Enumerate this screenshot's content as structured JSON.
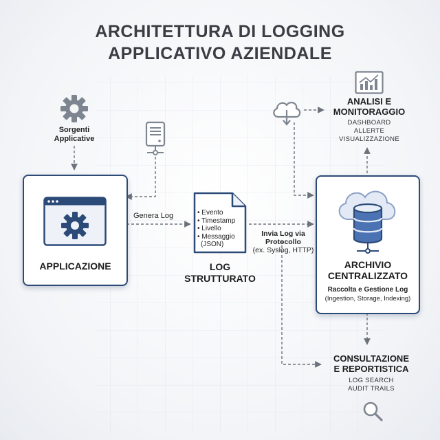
{
  "title": {
    "line1": "ARCHITETTURA DI LOGGING",
    "line2": "APPLICATIVO AZIENDALE"
  },
  "sources": {
    "line1": "Sorgenti",
    "line2": "Applicative"
  },
  "app": {
    "label": "APPLICAZIONE"
  },
  "flow_generate": "Genera Log",
  "log": {
    "items": [
      "• Evento",
      "• Timestamp",
      "• Livello",
      "• Messaggio",
      "(JSON)"
    ],
    "title1": "LOG",
    "title2": "STRUTTURATO"
  },
  "flow_send": {
    "line1": "Invia Log via",
    "line2": "Protocollo",
    "line3": "(ex. Syslog, HTTP)"
  },
  "archive": {
    "title1": "ARCHIVIO",
    "title2": "CENTRALIZZATO",
    "sub1": "Raccolta e Gestione Log",
    "sub2": "(Ingestion, Storage, Indexing)"
  },
  "analysis": {
    "title1": "ANALISI E",
    "title2": "MONITORAGGIO",
    "items": [
      "DASHBOARD",
      "ALLERTE",
      "VISUALIZZAZIONE"
    ]
  },
  "consult": {
    "title1": "CONSULTAZIONE",
    "title2": "E REPORTISTICA",
    "items": [
      "LOG SEARCH",
      "AUDIT TRAILS"
    ]
  },
  "colors": {
    "navy": "#2c4a78",
    "accent": "#4b73b3",
    "icon_gray": "#7d8590",
    "arrow_gray": "#6c727b"
  }
}
